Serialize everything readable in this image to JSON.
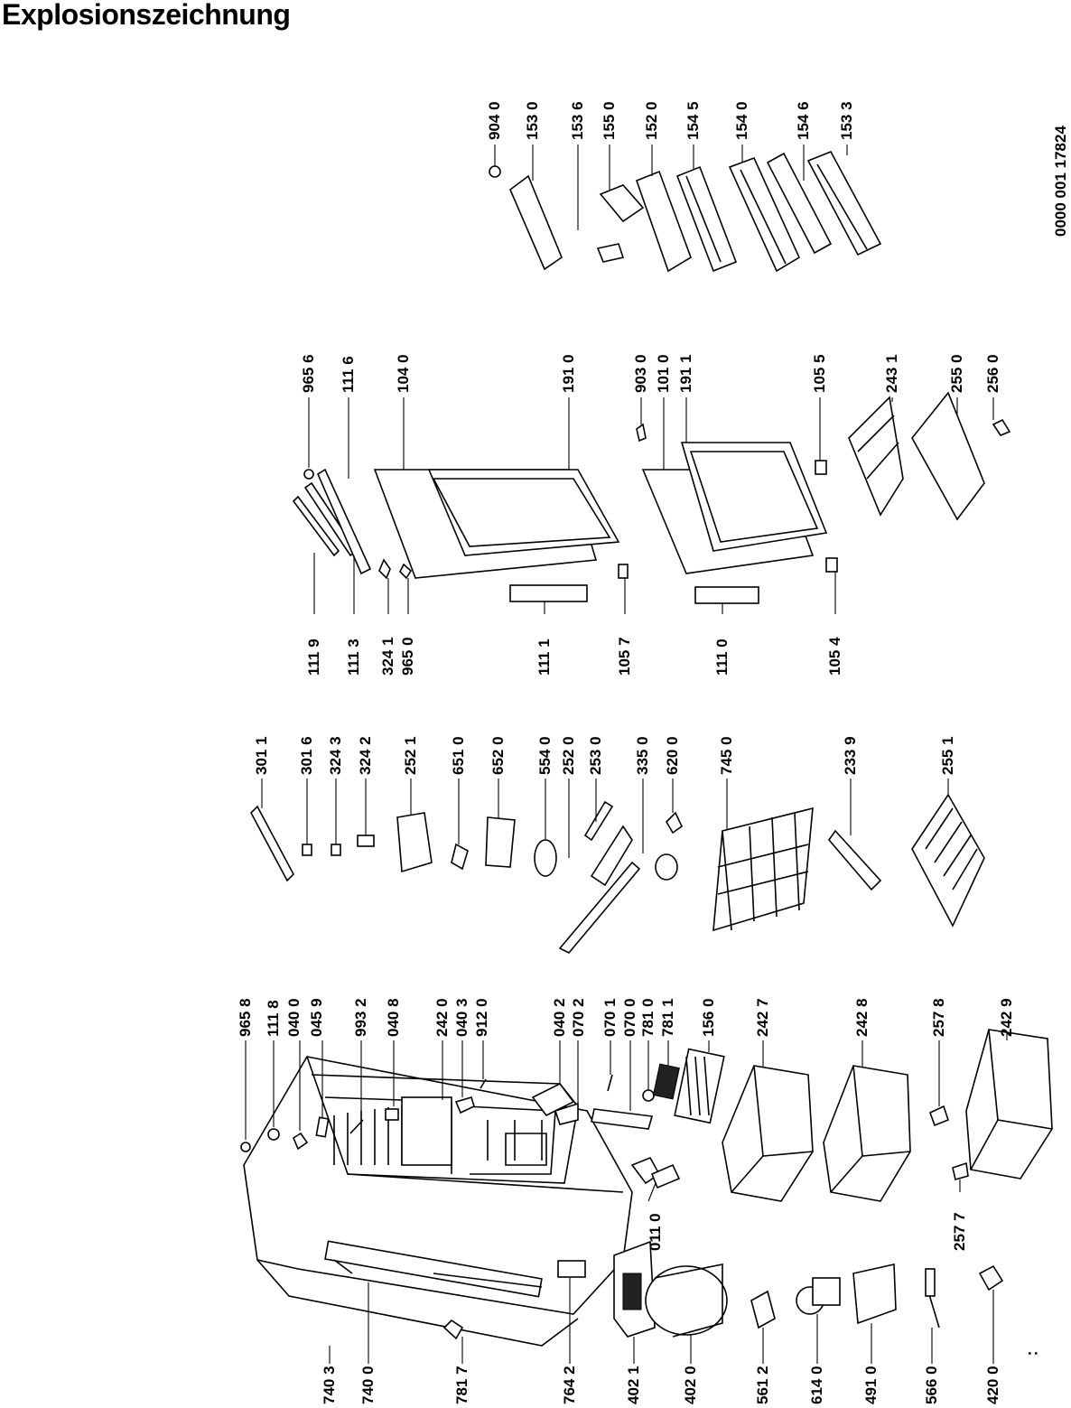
{
  "title": "Explosionszeichnung",
  "document_number": "0000 001 17824",
  "bottom_mark": ":",
  "labels": {
    "group_bottom": [
      "740 3",
      "740 0",
      "781 7",
      "764 2",
      "402 1",
      "402 0",
      "561 2",
      "614 0",
      "491 0",
      "566 0",
      "420 0"
    ],
    "group_mid": [
      "011 0",
      "257 7"
    ],
    "group_cabinet": [
      "965 8",
      "111 8",
      "040 0",
      "045 9",
      "993 2",
      "040 8",
      "242 0",
      "040 3",
      "912 0",
      "040 2",
      "070 2",
      "070 1",
      "070 0",
      "781 0",
      "781 1",
      "156 0",
      "242 7",
      "242 8",
      "257 8",
      "242 9"
    ],
    "group_parts": [
      "301 1",
      "301 6",
      "324 3",
      "324 2",
      "252 1",
      "651 0",
      "652 0",
      "554 0",
      "252 0",
      "253 0",
      "335 0",
      "620 0",
      "745 0",
      "233 9",
      "255 1"
    ],
    "group_door_bottom": [
      "111 9",
      "111 3",
      "324 1",
      "965 0",
      "111 1",
      "105 7",
      "111 0",
      "105 4"
    ],
    "group_door_top": [
      "965 6",
      "111 6",
      "104 0",
      "191 0",
      "903 0",
      "101 0",
      "191 1",
      "105 5",
      "243 1",
      "255 0",
      "256 0"
    ],
    "group_shelves": [
      "904 0",
      "153 0",
      "153 6",
      "155 0",
      "152 0",
      "154 5",
      "154 0",
      "154 6",
      "153 3"
    ]
  }
}
